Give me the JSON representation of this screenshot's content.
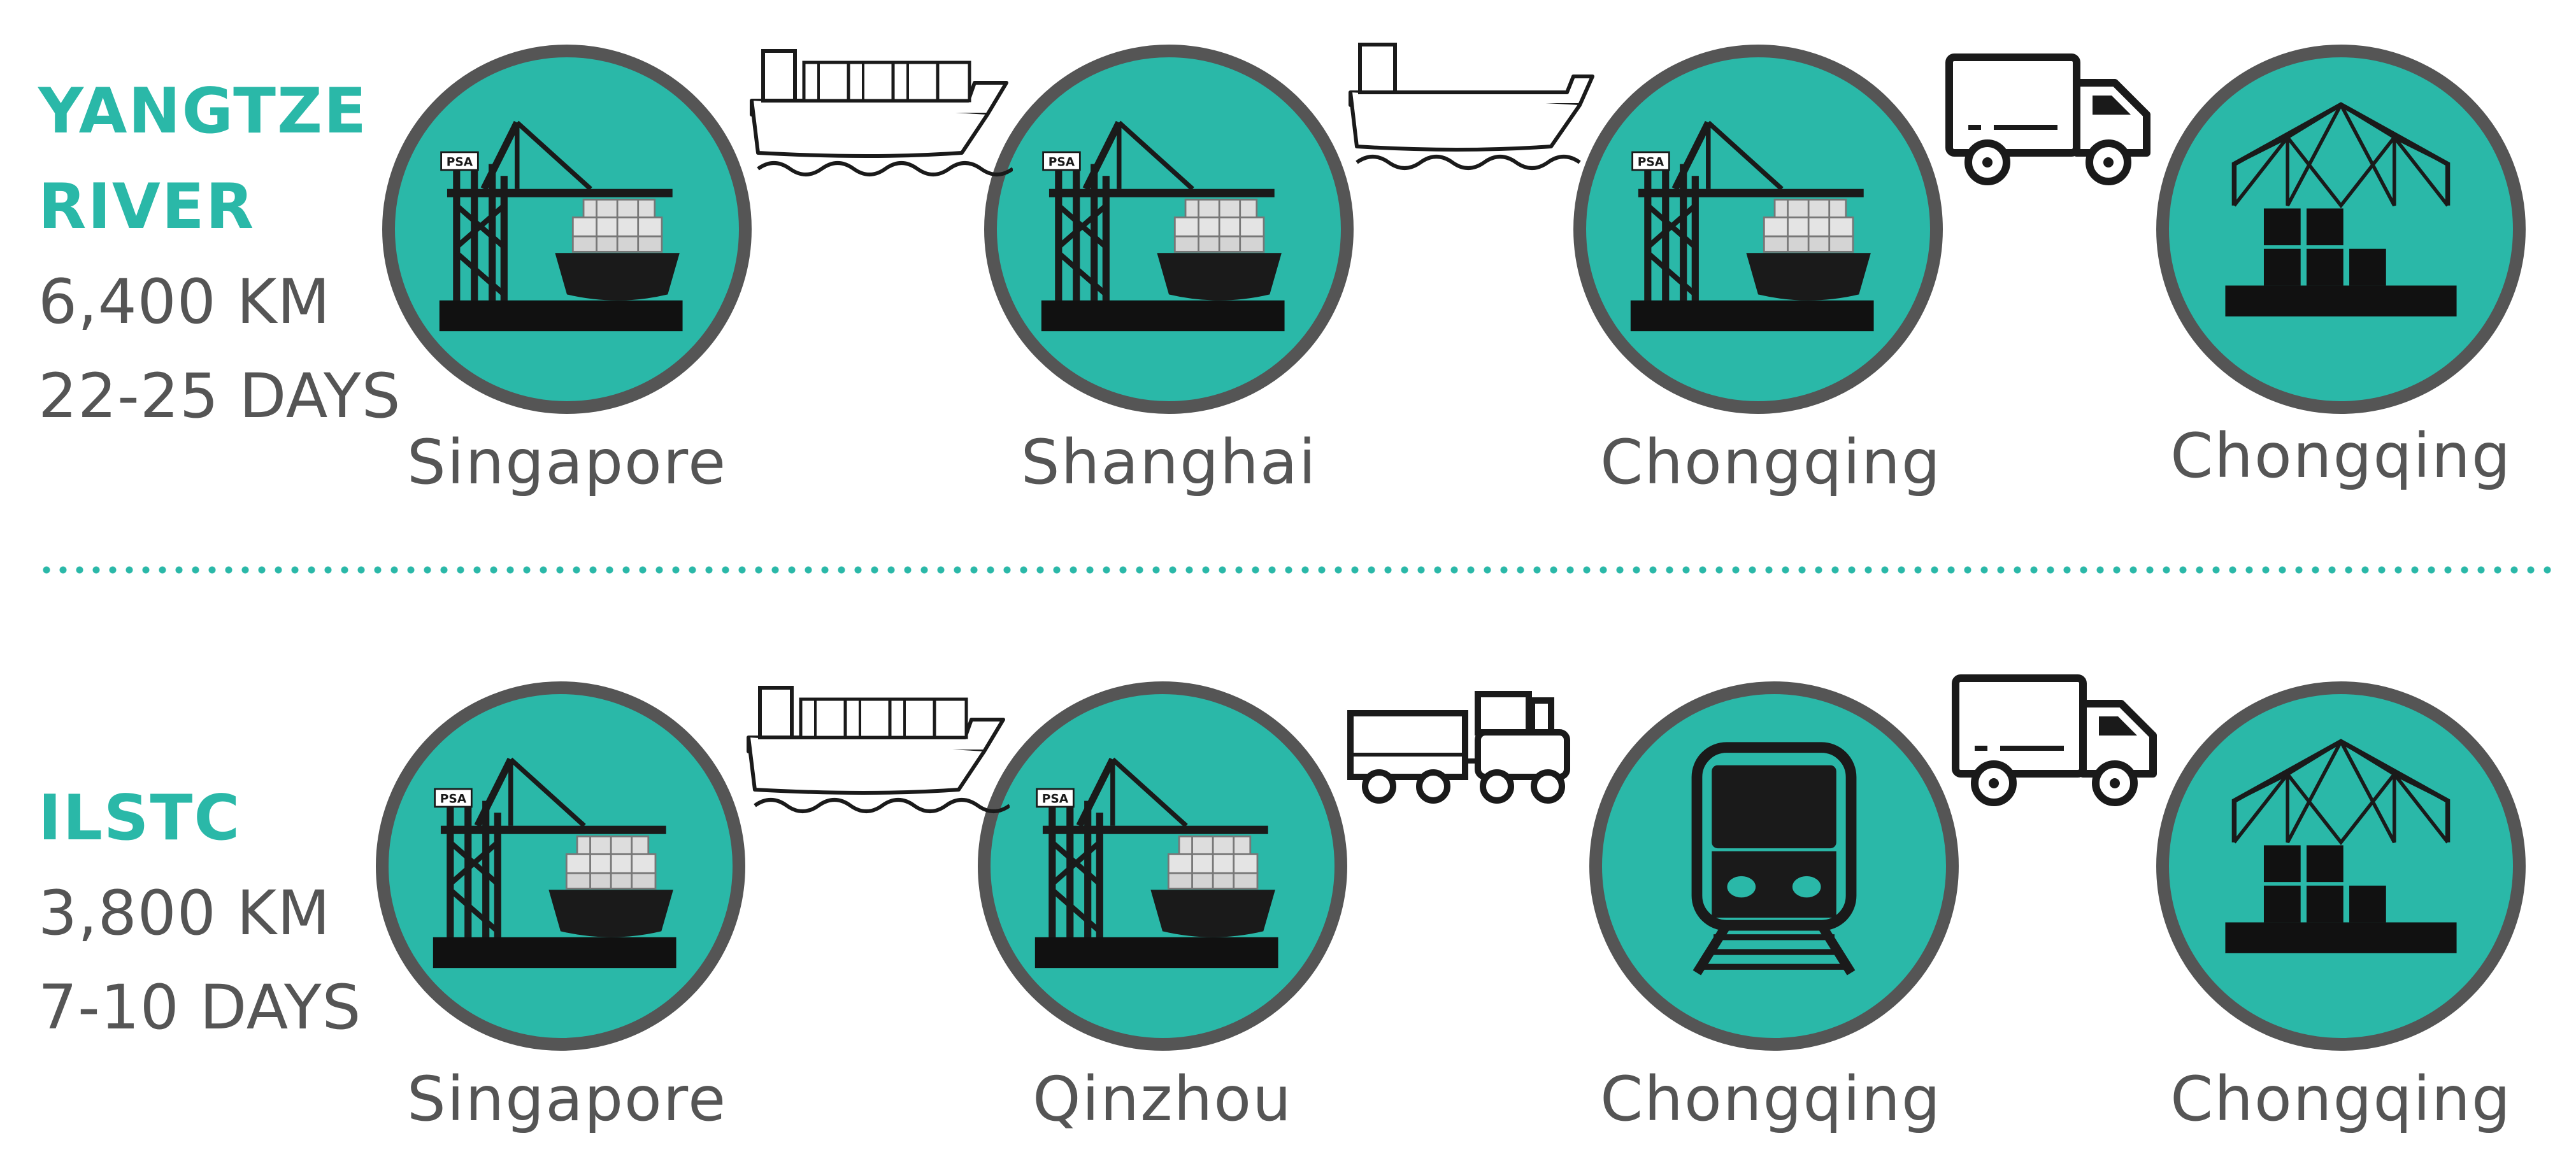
{
  "routes": [
    {
      "name": "YANGTZE\nRIVER",
      "distance": "6,400 KM",
      "duration": "22-25 DAYS",
      "stops": [
        {
          "city": "Singapore",
          "icon": "port-crane-icon"
        },
        {
          "city": "Shanghai",
          "icon": "port-crane-icon"
        },
        {
          "city": "Chongqing",
          "icon": "port-crane-icon"
        },
        {
          "city": "Chongqing",
          "icon": "warehouse-icon"
        }
      ],
      "links": [
        "container-ship-icon",
        "river-barge-icon",
        "delivery-truck-icon"
      ]
    },
    {
      "name": "ILSTC",
      "distance": "3,800 KM",
      "duration": "7-10 DAYS",
      "stops": [
        {
          "city": "Singapore",
          "icon": "port-crane-icon"
        },
        {
          "city": "Qinzhou",
          "icon": "port-crane-icon"
        },
        {
          "city": "Chongqing",
          "icon": "train-icon"
        },
        {
          "city": "Chongqing",
          "icon": "warehouse-icon"
        }
      ],
      "links": [
        "container-ship-icon",
        "freight-train-icon",
        "delivery-truck-icon"
      ]
    }
  ],
  "colors": {
    "teal": "#2ab8a8",
    "ring": "#555555",
    "text": "#555555",
    "ink": "#1a1a1a"
  },
  "port_badge": "PSA"
}
